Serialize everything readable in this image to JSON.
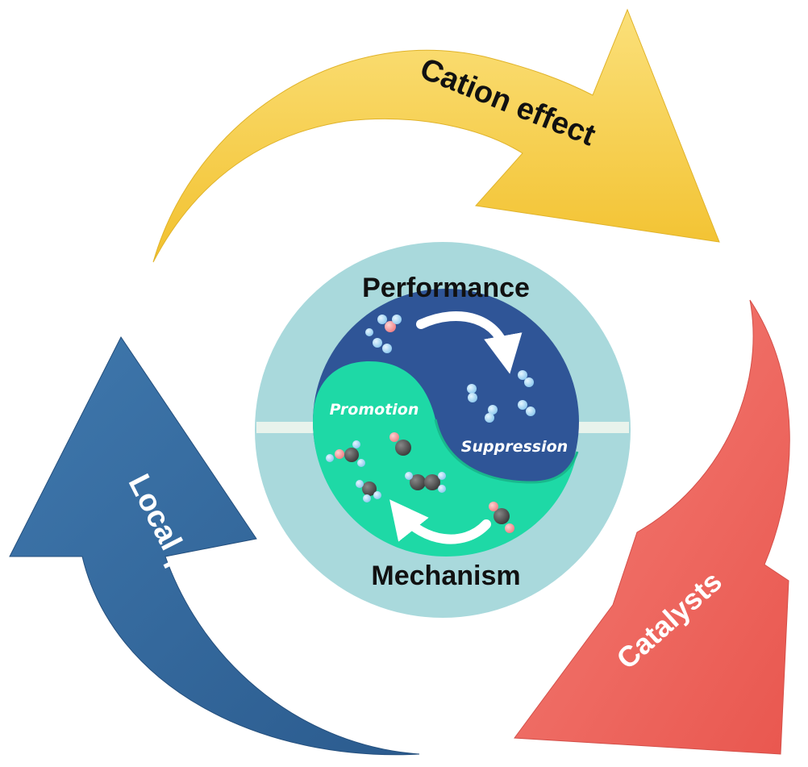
{
  "arrows": {
    "cation_effect": {
      "label": "Cation effect",
      "color": "#f7cf47"
    },
    "catalysts": {
      "label": "Catalysts",
      "color": "#f0675e"
    },
    "local_ph": {
      "label": "Local pH",
      "color": "#336699"
    }
  },
  "center": {
    "top_label": "Performance",
    "bottom_label": "Mechanism",
    "promotion_label": "Promotion",
    "suppression_label": "Suppression",
    "ring_color": "#a9d9dc",
    "dark_half_color": "#2f5597",
    "light_half_color": "#1ed9a6"
  }
}
